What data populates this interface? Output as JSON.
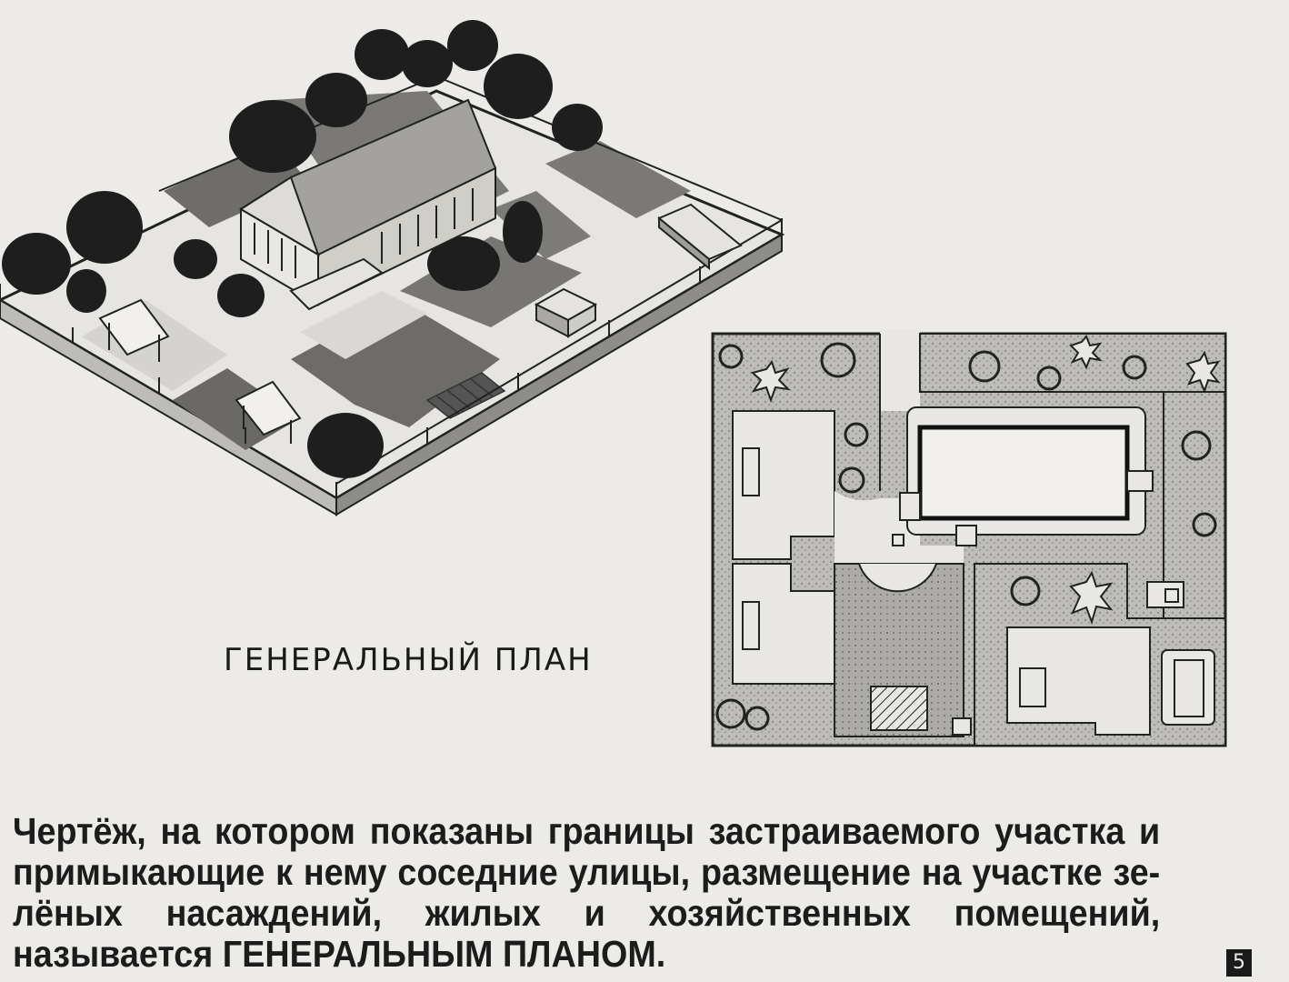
{
  "title": "ГЕНЕРАЛЬНЫЙ ПЛАН",
  "caption": {
    "text": "Чертёж, на котором показаны границы застраиваемого участка и примыкающие к нему соседние улицы, размещение на участке зе-лёных насаждений, жилых и хозяйственных помещений, называется",
    "emphasis": "ГЕНЕРАЛЬНЫМ ПЛАНОМ."
  },
  "frame_number": "5"
}
